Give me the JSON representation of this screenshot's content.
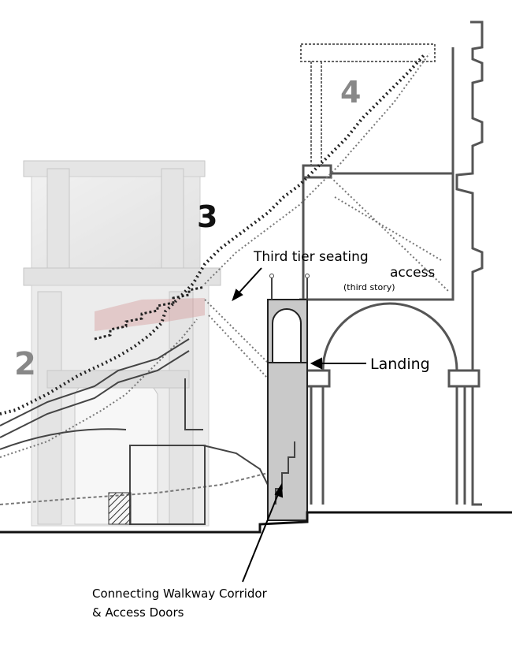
{
  "tier_numbers": {
    "tier_2": "2",
    "tier_3": "3",
    "tier_4": "4"
  },
  "annotations": {
    "third_tier_line1": "Third tier seating",
    "third_tier_line2": "access",
    "third_tier_note": "(third story)",
    "landing": "Landing",
    "corridor_line1": "Connecting Walkway Corridor",
    "corridor_line2": "& Access Doors"
  },
  "colors": {
    "line": "#555555",
    "ink": "#000000",
    "stone": "#d9d9d9",
    "corridor": "#c9c9c9",
    "stair_red": "#d08a8a"
  }
}
